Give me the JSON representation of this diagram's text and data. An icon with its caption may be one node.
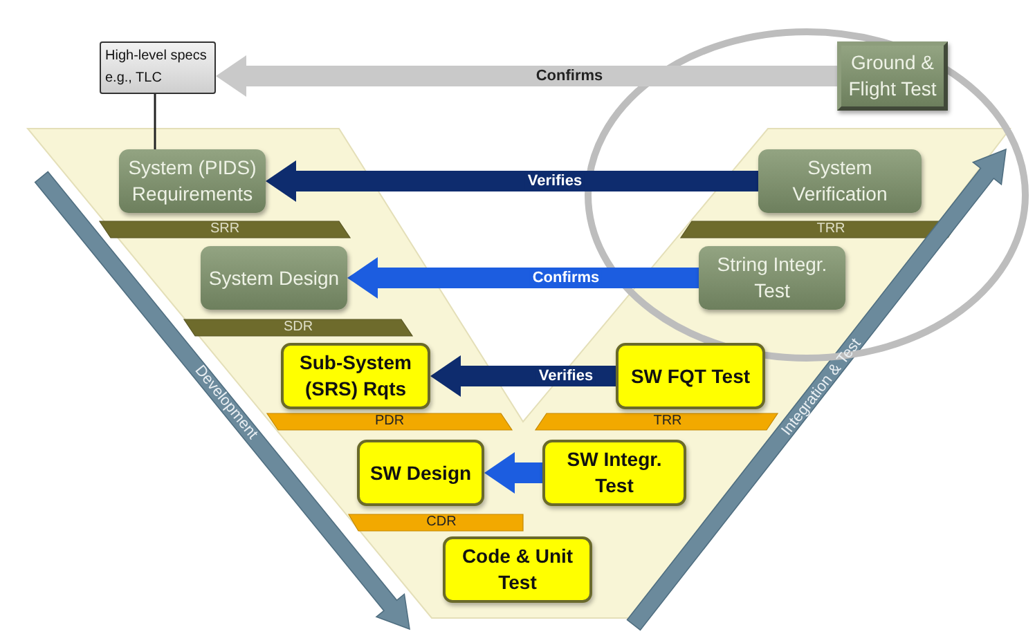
{
  "diagram": {
    "nodes": [
      {
        "text": [
          "High-level specs e.g., TLC"
        ]
      },
      {
        "text": [
          "Ground & Flight Test"
        ]
      },
      {
        "text": [
          "System (PIDS) Requirements"
        ]
      },
      {
        "text": [
          "System Verification"
        ]
      },
      {
        "text": [
          "System Design"
        ]
      },
      {
        "text": [
          "String Integr. Test"
        ]
      },
      {
        "text": [
          "Sub-System (SRS) Rqts"
        ]
      },
      {
        "text": [
          "SW FQT Test"
        ]
      },
      {
        "text": [
          "SW Design"
        ]
      },
      {
        "text": [
          "SW Integr. Test"
        ]
      },
      {
        "text": [
          "Code & Unit Test"
        ]
      }
    ],
    "edges": [
      {
        "from": 1,
        "to": 0,
        "arrow": "to",
        "label": "Confirms",
        "color": "#c9c9c9"
      },
      {
        "from": 3,
        "to": 2,
        "arrow": "to",
        "label": "Verifies",
        "color": "#0e2c6e"
      },
      {
        "from": 5,
        "to": 4,
        "arrow": "to",
        "label": "Confirms",
        "color": "#1c5de0"
      },
      {
        "from": 7,
        "to": 6,
        "arrow": "to",
        "label": "Verifies",
        "color": "#0e2c6e"
      },
      {
        "from": 9,
        "to": 8,
        "arrow": "to",
        "color": "#1c5de0"
      },
      {
        "from": 0,
        "to": 2,
        "arrow": "none"
      }
    ],
    "labels": [
      "SRR",
      "TRR",
      "SDR",
      "PDR",
      "TRR",
      "CDR",
      "Development",
      "Integration & Test"
    ]
  }
}
